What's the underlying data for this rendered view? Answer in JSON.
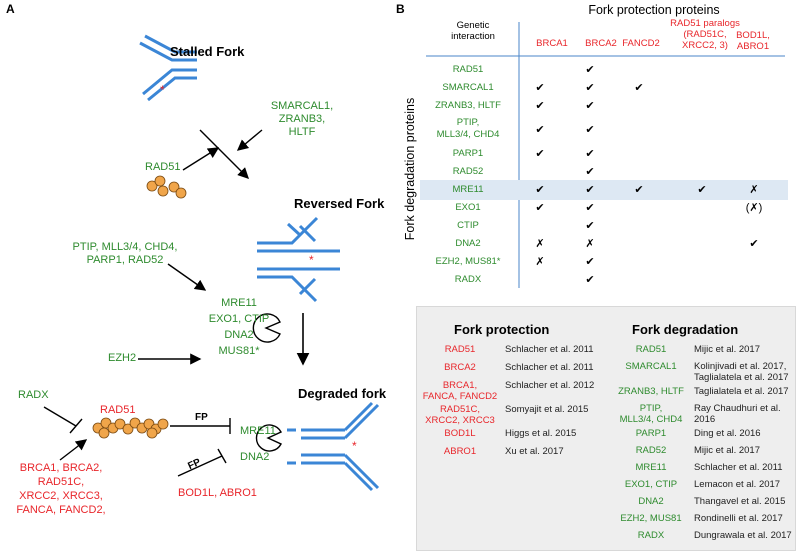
{
  "panel_a": {
    "letter": "A",
    "stalled_fork": "Stalled Fork",
    "reversed_fork": "Reversed Fork",
    "degraded_fork": "Degraded fork",
    "remodelers": [
      "SMARCAL1,",
      "ZRANB3,",
      "HLTF"
    ],
    "rad51_top": "RAD51",
    "regulators": [
      "PTIP, MLL3/4, CHD4,",
      "PARP1, RAD52"
    ],
    "nucleases": [
      "MRE11",
      "EXO1, CTIP",
      "DNA2",
      "MUS81*"
    ],
    "ezh2": "EZH2",
    "radx": "RADX",
    "rad51_bottom": "RAD51",
    "fp_top": "FP",
    "fp_bottom": "FP",
    "mre11_dna2": [
      "MRE11",
      "DNA2"
    ],
    "protectors": [
      "BRCA1, BRCA2,",
      "RAD51C,",
      "XRCC2, XRCC3,",
      "FANCA, FANCD2,"
    ],
    "bod1l": "BOD1L, ABRO1"
  },
  "panel_b": {
    "letter": "B",
    "title": "Fork protection proteins",
    "corner": [
      "Genetic",
      "interaction"
    ],
    "y_axis": "Fork degradation proteins",
    "columns": [
      {
        "label": [
          "BRCA1"
        ]
      },
      {
        "label": [
          "BRCA2"
        ]
      },
      {
        "label": [
          "FANCD2"
        ]
      },
      {
        "label": [
          "RAD51 paralogs",
          "(RAD51C,",
          "XRCC2, 3)"
        ]
      },
      {
        "label": [
          "BOD1L,",
          "ABRO1"
        ]
      }
    ],
    "rows": [
      {
        "label": [
          "RAD51"
        ],
        "marks": [
          "",
          "✔",
          "",
          "",
          ""
        ]
      },
      {
        "label": [
          "SMARCAL1"
        ],
        "marks": [
          "✔",
          "✔",
          "✔",
          "",
          ""
        ]
      },
      {
        "label": [
          "ZRANB3, HLTF"
        ],
        "marks": [
          "✔",
          "✔",
          "",
          "",
          ""
        ]
      },
      {
        "label": [
          "PTIP,",
          "MLL3/4, CHD4"
        ],
        "marks": [
          "✔",
          "✔",
          "",
          "",
          ""
        ]
      },
      {
        "label": [
          "PARP1"
        ],
        "marks": [
          "✔",
          "✔",
          "",
          "",
          ""
        ]
      },
      {
        "label": [
          "RAD52"
        ],
        "marks": [
          "",
          "✔",
          "",
          "",
          ""
        ]
      },
      {
        "label": [
          "MRE11"
        ],
        "marks": [
          "✔",
          "✔",
          "✔",
          "✔",
          "✗"
        ],
        "highlight": true
      },
      {
        "label": [
          "EXO1"
        ],
        "marks": [
          "✔",
          "✔",
          "",
          "",
          "(✗)"
        ]
      },
      {
        "label": [
          "CTIP"
        ],
        "marks": [
          "",
          "✔",
          "",
          "",
          ""
        ]
      },
      {
        "label": [
          "DNA2"
        ],
        "marks": [
          "✗",
          "✗",
          "",
          "",
          "✔"
        ]
      },
      {
        "label": [
          "EZH2, MUS81*"
        ],
        "marks": [
          "✗",
          "✔",
          "",
          "",
          ""
        ]
      },
      {
        "label": [
          "RADX"
        ],
        "marks": [
          "",
          "✔",
          "",
          "",
          ""
        ]
      }
    ],
    "protection": {
      "title": "Fork protection",
      "entries": [
        {
          "name": [
            "RAD51"
          ],
          "cite": "Schlacher et al. 2011"
        },
        {
          "name": [
            "BRCA2"
          ],
          "cite": "Schlacher et al. 2011"
        },
        {
          "name": [
            "BRCA1,",
            "FANCA, FANCD2"
          ],
          "cite": "Schlacher et al. 2012"
        },
        {
          "name": [
            "RAD51C,",
            "XRCC2, XRCC3"
          ],
          "cite": "Somyajit et al. 2015"
        },
        {
          "name": [
            "BOD1L"
          ],
          "cite": "Higgs et al. 2015"
        },
        {
          "name": [
            "ABRO1"
          ],
          "cite": "Xu et al. 2017"
        }
      ]
    },
    "degradation": {
      "title": "Fork degradation",
      "entries": [
        {
          "name": [
            "RAD51"
          ],
          "cite": [
            "Mijic et al. 2017"
          ]
        },
        {
          "name": [
            "SMARCAL1"
          ],
          "cite": [
            "Kolinjivadi et al. 2017,",
            "Taglialatela et al. 2017"
          ]
        },
        {
          "name": [
            "ZRANB3, HLTF"
          ],
          "cite": [
            "Taglialatela et al. 2017"
          ]
        },
        {
          "name": [
            "PTIP,",
            "MLL3/4, CHD4"
          ],
          "cite": [
            "Ray Chaudhuri et al. 2016"
          ]
        },
        {
          "name": [
            "PARP1"
          ],
          "cite": [
            "Ding et al. 2016"
          ]
        },
        {
          "name": [
            "RAD52"
          ],
          "cite": [
            "Mijic et al. 2017"
          ]
        },
        {
          "name": [
            "MRE11"
          ],
          "cite": [
            "Schlacher et al. 2011"
          ]
        },
        {
          "name": [
            "EXO1, CTIP"
          ],
          "cite": [
            "Lemacon et al. 2017"
          ]
        },
        {
          "name": [
            "DNA2"
          ],
          "cite": [
            "Thangavel et al. 2015"
          ]
        },
        {
          "name": [
            "EZH2, MUS81"
          ],
          "cite": [
            "Rondinelli et al. 2017"
          ]
        },
        {
          "name": [
            "RADX"
          ],
          "cite": [
            "Dungrawala et al. 2017"
          ]
        }
      ]
    }
  },
  "colors": {
    "green": "#2e8b2e",
    "red": "#e8262b",
    "dna_blue": "#3b86d6",
    "nucleosome_orange": "#f0a54a",
    "highlight": "#dde8f3"
  }
}
